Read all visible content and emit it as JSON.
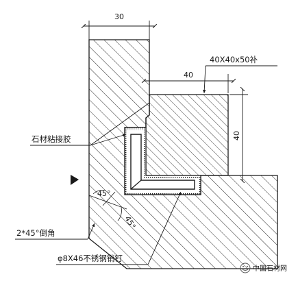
{
  "dimensions": {
    "top_width": "30",
    "block_width": "40",
    "block_height": "40"
  },
  "labels": {
    "filler_block": "40X40x50补",
    "stone_adhesive": "石材粘接胶",
    "chamfer_angle_upper": "45°",
    "chamfer_angle_lower": "45°",
    "chamfer": "2*45°倒角",
    "pin": "φ8X46不锈钢销钉"
  },
  "watermark": {
    "text": "中国石材网"
  },
  "colors": {
    "line": "#1a1a1a",
    "hatch": "#2a2a2a",
    "background": "#ffffff",
    "adhesive_fill": "#ffffff"
  }
}
